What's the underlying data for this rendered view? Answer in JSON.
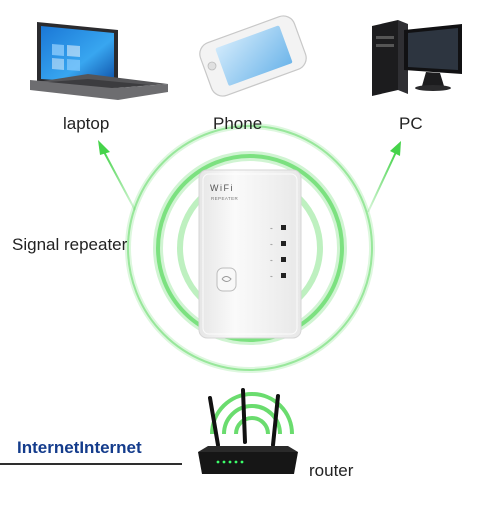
{
  "labels": {
    "laptop": "laptop",
    "phone": "Phone",
    "pc": "PC",
    "repeater": "Signal repeater",
    "router": "router",
    "internet": "InternetInternet"
  },
  "repeater_device": {
    "brand_text": "WiFi",
    "sub_text": "REPEATER"
  },
  "icons": {
    "laptop": "laptop-icon",
    "phone": "smartphone-icon",
    "pc": "desktop-computer-icon",
    "repeater": "wifi-repeater-icon",
    "router": "router-icon",
    "arrows": "arrow-up-icon"
  },
  "colors": {
    "signal_green": "#45d34a",
    "device_white": "#f4f4f4",
    "internet_text": "#143c8c"
  }
}
